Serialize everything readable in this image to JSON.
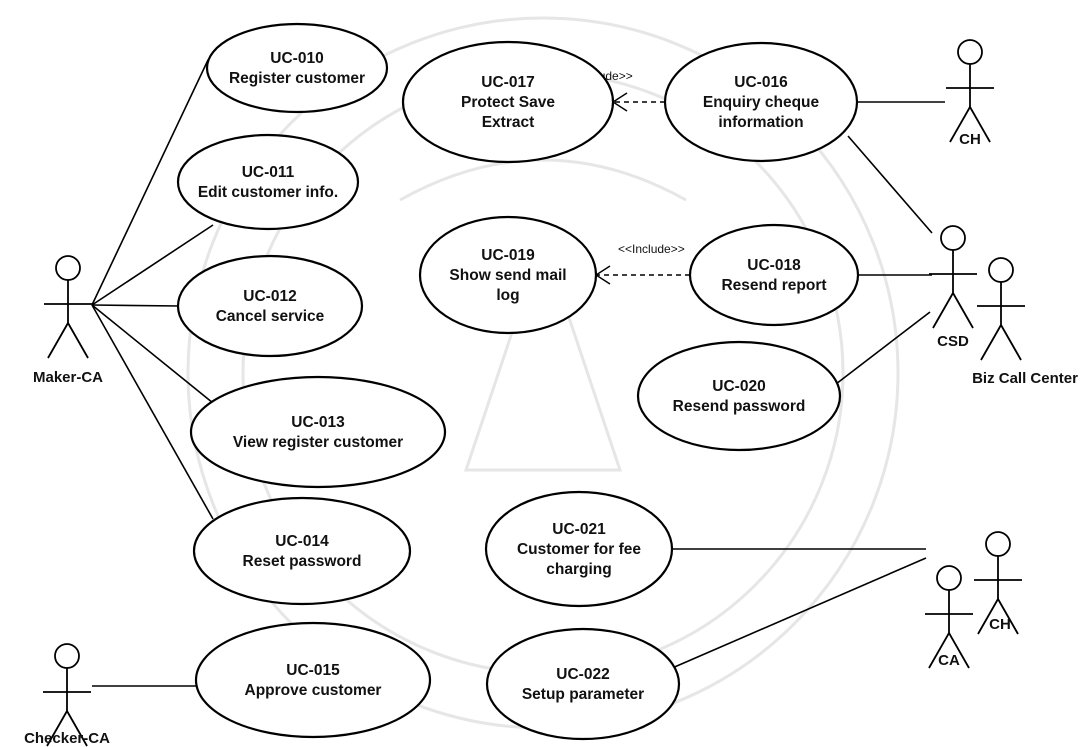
{
  "diagram": {
    "use_cases": [
      {
        "id": "uc-010",
        "code": "UC-010",
        "title": "Register customer"
      },
      {
        "id": "uc-011",
        "code": "UC-011",
        "title": "Edit customer info."
      },
      {
        "id": "uc-012",
        "code": "UC-012",
        "title": "Cancel service"
      },
      {
        "id": "uc-013",
        "code": "UC-013",
        "title": "View register customer"
      },
      {
        "id": "uc-014",
        "code": "UC-014",
        "title": "Reset password"
      },
      {
        "id": "uc-015",
        "code": "UC-015",
        "title": "Approve customer"
      },
      {
        "id": "uc-016",
        "code": "UC-016",
        "title": "Enquiry cheque information"
      },
      {
        "id": "uc-017",
        "code": "UC-017",
        "title": "Protect Save Extract"
      },
      {
        "id": "uc-018",
        "code": "UC-018",
        "title": "Resend report"
      },
      {
        "id": "uc-019",
        "code": "UC-019",
        "title": "Show send mail log"
      },
      {
        "id": "uc-020",
        "code": "UC-020",
        "title": "Resend password"
      },
      {
        "id": "uc-021",
        "code": "UC-021",
        "title": "Customer for fee charging"
      },
      {
        "id": "uc-022",
        "code": "UC-022",
        "title": "Setup parameter"
      }
    ],
    "actors": [
      {
        "id": "maker-ca",
        "label": "Maker-CA"
      },
      {
        "id": "checker-ca",
        "label": "Checker-CA"
      },
      {
        "id": "ch-top",
        "label": "CH"
      },
      {
        "id": "csd",
        "label": "CSD"
      },
      {
        "id": "biz-call-center",
        "label": "Biz Call Center"
      },
      {
        "id": "ca",
        "label": "CA"
      },
      {
        "id": "ch-bottom",
        "label": "CH"
      }
    ],
    "associations": [
      [
        "maker-ca",
        "uc-010"
      ],
      [
        "maker-ca",
        "uc-011"
      ],
      [
        "maker-ca",
        "uc-012"
      ],
      [
        "maker-ca",
        "uc-013"
      ],
      [
        "maker-ca",
        "uc-014"
      ],
      [
        "checker-ca",
        "uc-015"
      ],
      [
        "ch-top",
        "uc-016"
      ],
      [
        "csd",
        "uc-016"
      ],
      [
        "csd",
        "uc-018"
      ],
      [
        "csd",
        "uc-020"
      ],
      [
        "ca",
        "uc-021"
      ],
      [
        "ca",
        "uc-022"
      ]
    ],
    "includes": [
      {
        "from": "uc-016",
        "to": "uc-017",
        "label": "<<Include>>"
      },
      {
        "from": "uc-018",
        "to": "uc-019",
        "label": "<<Include>>"
      }
    ]
  }
}
